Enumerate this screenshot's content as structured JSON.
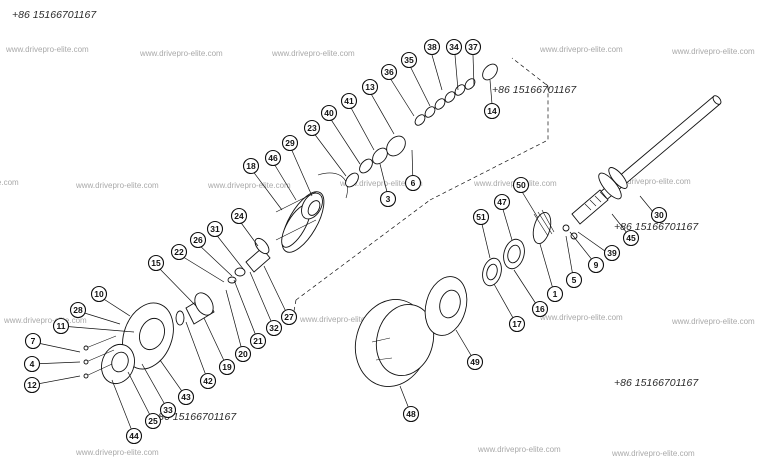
{
  "contacts": {
    "phone_top_left": "+86 15166701167",
    "phone_upper_right": "+86 15166701167",
    "phone_mid_right": "+86 15166701167",
    "phone_bottom_right": "+86 15166701167",
    "phone_bottom_mid": "+86 15166701167"
  },
  "watermarks": [
    "www.drivepro-elite.com",
    "www.drivepro-elite.com",
    "www.drivepro-elite.com",
    "www.drivepro-elite.com",
    "www.drivepro-elite.com",
    "www.drivepro-elite.com",
    "www.drivepro-elite.com",
    "www.drivepro-elite.com",
    "www.drivepro-elite.com",
    "www.drivepro-elite.com",
    "www.drivepro-elite.com",
    "www.drivepro-elite.com",
    "www.drivepro-elite.com",
    "www.drivepro-elite.com",
    "www.drivepro-elite.com",
    "www.drivepro-elite.com",
    "www.drivepro-elite.com",
    "www.drivepro-elite.com"
  ],
  "callouts": [
    "38",
    "34",
    "37",
    "35",
    "14",
    "36",
    "41",
    "13",
    "40",
    "23",
    "6",
    "29",
    "3",
    "18",
    "46",
    "50",
    "47",
    "51",
    "30",
    "24",
    "31",
    "26",
    "22",
    "15",
    "45",
    "39",
    "9",
    "5",
    "1",
    "10",
    "28",
    "11",
    "7",
    "4",
    "12",
    "16",
    "17",
    "27",
    "32",
    "21",
    "20",
    "19",
    "42",
    "43",
    "33",
    "25",
    "44",
    "49",
    "48"
  ]
}
